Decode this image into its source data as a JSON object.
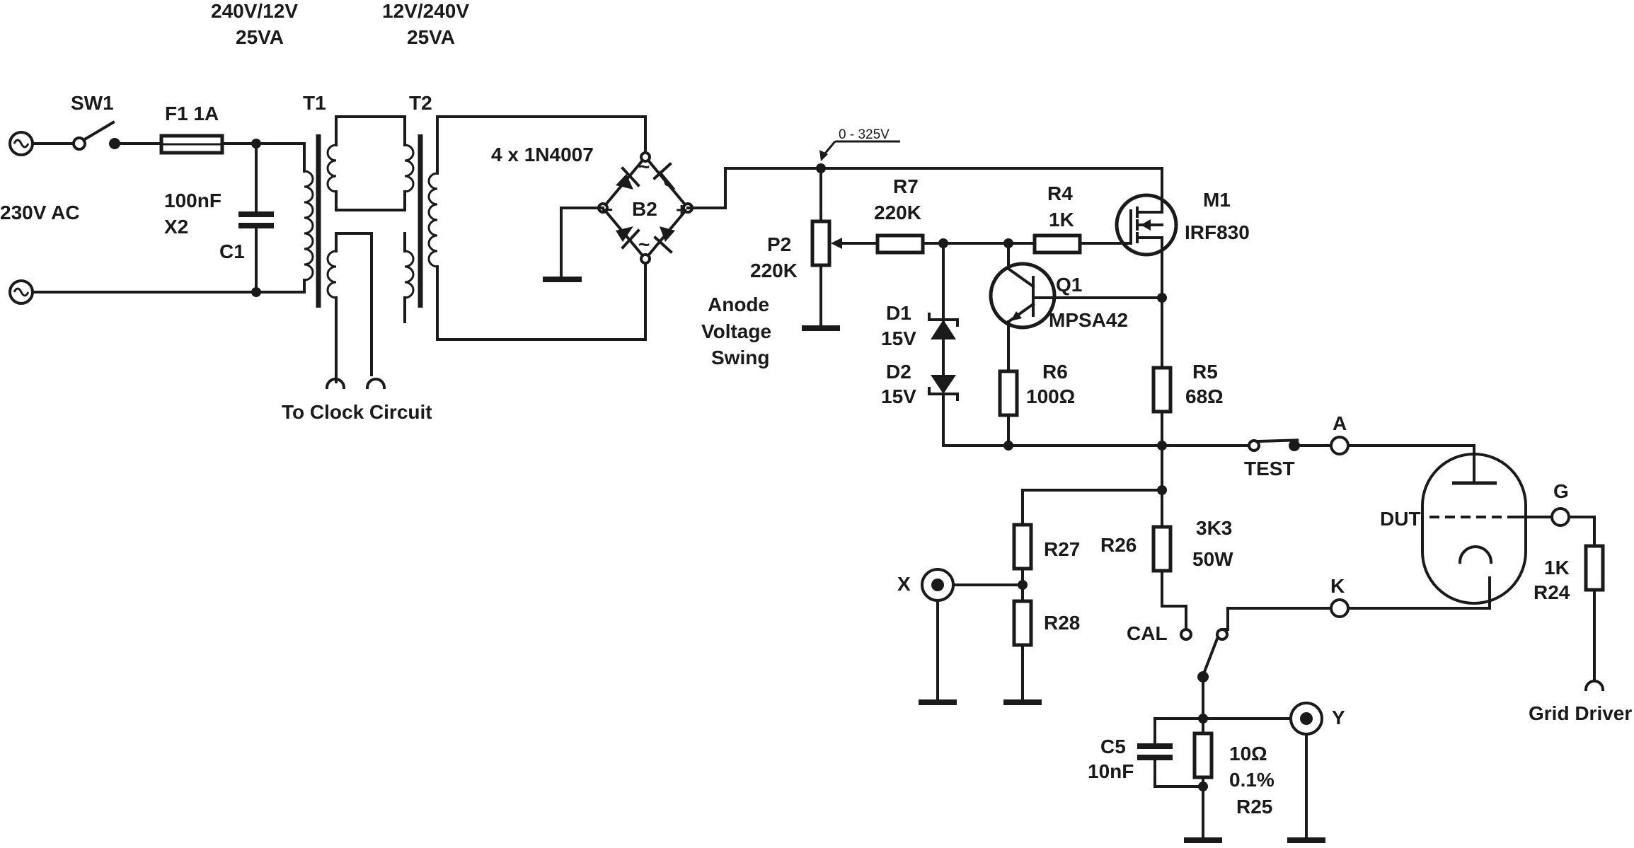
{
  "transformers": {
    "t1_rating_line1": "240V/12V",
    "t1_rating_line2": "25VA",
    "t2_rating_line1": "12V/240V",
    "t2_rating_line2": "25VA",
    "t1": "T1",
    "t2": "T2",
    "clock": "To Clock Circuit"
  },
  "input": {
    "sw1": "SW1",
    "f1": "F1 1A",
    "mains": "230V AC",
    "c1_value": "100nF",
    "c1_type": "X2",
    "c1": "C1"
  },
  "bridge": {
    "label": "4 x 1N4007",
    "name": "B2",
    "minus": "−",
    "plus": "+",
    "ac_top": "~",
    "ac_bottom": "~"
  },
  "regulator": {
    "range": "0 - 325V",
    "r7": "R7",
    "r7_value": "220K",
    "r4": "R4",
    "r4_value": "1K",
    "m1": "M1",
    "m1_part": "IRF830",
    "p2": "P2",
    "p2_value": "220K",
    "anode_line1": "Anode",
    "anode_line2": "Voltage",
    "anode_line3": "Swing",
    "q1": "Q1",
    "q1_part": "MPSA42",
    "d1": "D1",
    "d1_value": "15V",
    "d2": "D2",
    "d2_value": "15V",
    "r6": "R6",
    "r6_value": "100Ω",
    "r5": "R5",
    "r5_value": "68Ω"
  },
  "test_section": {
    "test": "TEST",
    "a": "A",
    "g": "G",
    "k": "K",
    "dut": "DUT",
    "r24_value": "1K",
    "r24": "R24",
    "grid_driver": "Grid Driver",
    "r27": "R27",
    "r28": "R28",
    "r26": "R26",
    "r26_value1": "3K3",
    "r26_value2": "50W",
    "x": "X",
    "y": "Y",
    "cal": "CAL",
    "c5": "C5",
    "c5_value": "10nF",
    "r25_value1": "10Ω",
    "r25_value2": "0.1%",
    "r25": "R25"
  }
}
